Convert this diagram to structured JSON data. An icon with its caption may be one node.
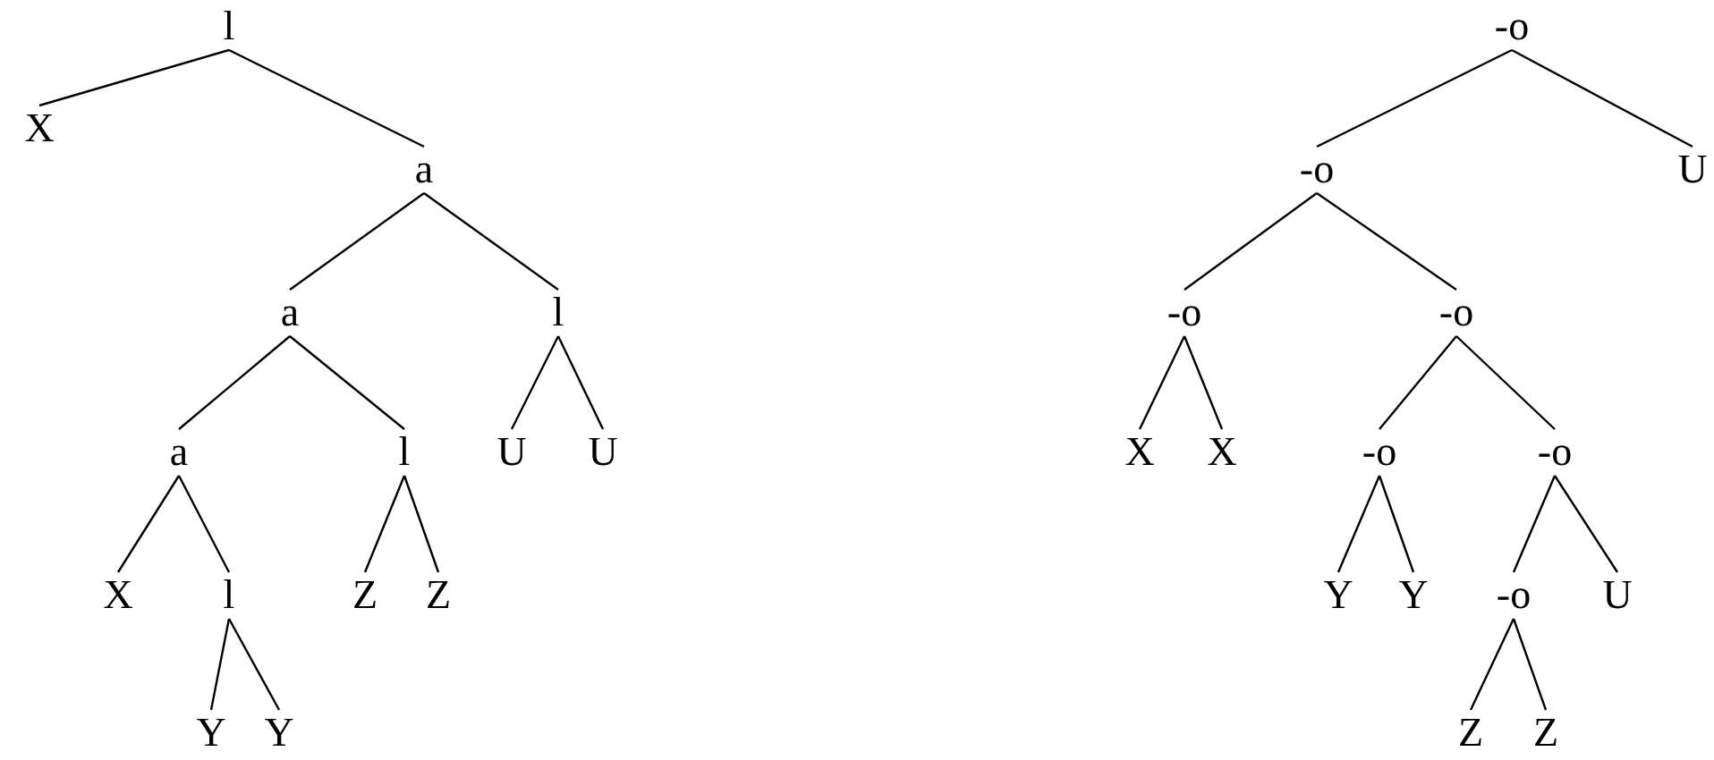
{
  "diagram": {
    "nodes": [
      {
        "text": [
          "l"
        ]
      },
      {
        "text": [
          "X"
        ]
      },
      {
        "text": [
          "a"
        ]
      },
      {
        "text": [
          "a"
        ]
      },
      {
        "text": [
          "l"
        ]
      },
      {
        "text": [
          "a"
        ]
      },
      {
        "text": [
          "l"
        ]
      },
      {
        "text": [
          "U"
        ]
      },
      {
        "text": [
          "U"
        ]
      },
      {
        "text": [
          "X"
        ]
      },
      {
        "text": [
          "l"
        ]
      },
      {
        "text": [
          "Z"
        ]
      },
      {
        "text": [
          "Z"
        ]
      },
      {
        "text": [
          "Y"
        ]
      },
      {
        "text": [
          "Y"
        ]
      },
      {
        "text": [
          "-o"
        ]
      },
      {
        "text": [
          "-o"
        ]
      },
      {
        "text": [
          "U"
        ]
      },
      {
        "text": [
          "-o"
        ]
      },
      {
        "text": [
          "-o"
        ]
      },
      {
        "text": [
          "X"
        ]
      },
      {
        "text": [
          "X"
        ]
      },
      {
        "text": [
          "-o"
        ]
      },
      {
        "text": [
          "-o"
        ]
      },
      {
        "text": [
          "Y"
        ]
      },
      {
        "text": [
          "Y"
        ]
      },
      {
        "text": [
          "-o"
        ]
      },
      {
        "text": [
          "U"
        ]
      },
      {
        "text": [
          "Z"
        ]
      },
      {
        "text": [
          "Z"
        ]
      }
    ],
    "edges": [
      {
        "from": 0,
        "to": 1,
        "arrow": "none"
      },
      {
        "from": 0,
        "to": 2,
        "arrow": "none"
      },
      {
        "from": 2,
        "to": 3,
        "arrow": "none"
      },
      {
        "from": 2,
        "to": 4,
        "arrow": "none"
      },
      {
        "from": 3,
        "to": 5,
        "arrow": "none"
      },
      {
        "from": 3,
        "to": 6,
        "arrow": "none"
      },
      {
        "from": 4,
        "to": 7,
        "arrow": "none"
      },
      {
        "from": 4,
        "to": 8,
        "arrow": "none"
      },
      {
        "from": 5,
        "to": 9,
        "arrow": "none"
      },
      {
        "from": 5,
        "to": 10,
        "arrow": "none"
      },
      {
        "from": 6,
        "to": 11,
        "arrow": "none"
      },
      {
        "from": 6,
        "to": 12,
        "arrow": "none"
      },
      {
        "from": 10,
        "to": 13,
        "arrow": "none"
      },
      {
        "from": 10,
        "to": 14,
        "arrow": "none"
      },
      {
        "from": 15,
        "to": 16,
        "arrow": "none"
      },
      {
        "from": 15,
        "to": 17,
        "arrow": "none"
      },
      {
        "from": 16,
        "to": 18,
        "arrow": "none"
      },
      {
        "from": 16,
        "to": 19,
        "arrow": "none"
      },
      {
        "from": 18,
        "to": 20,
        "arrow": "none"
      },
      {
        "from": 18,
        "to": 21,
        "arrow": "none"
      },
      {
        "from": 19,
        "to": 22,
        "arrow": "none"
      },
      {
        "from": 19,
        "to": 23,
        "arrow": "none"
      },
      {
        "from": 22,
        "to": 24,
        "arrow": "none"
      },
      {
        "from": 22,
        "to": 25,
        "arrow": "none"
      },
      {
        "from": 23,
        "to": 26,
        "arrow": "none"
      },
      {
        "from": 23,
        "to": 27,
        "arrow": "none"
      },
      {
        "from": 26,
        "to": 28,
        "arrow": "none"
      },
      {
        "from": 26,
        "to": 29,
        "arrow": "none"
      }
    ]
  }
}
